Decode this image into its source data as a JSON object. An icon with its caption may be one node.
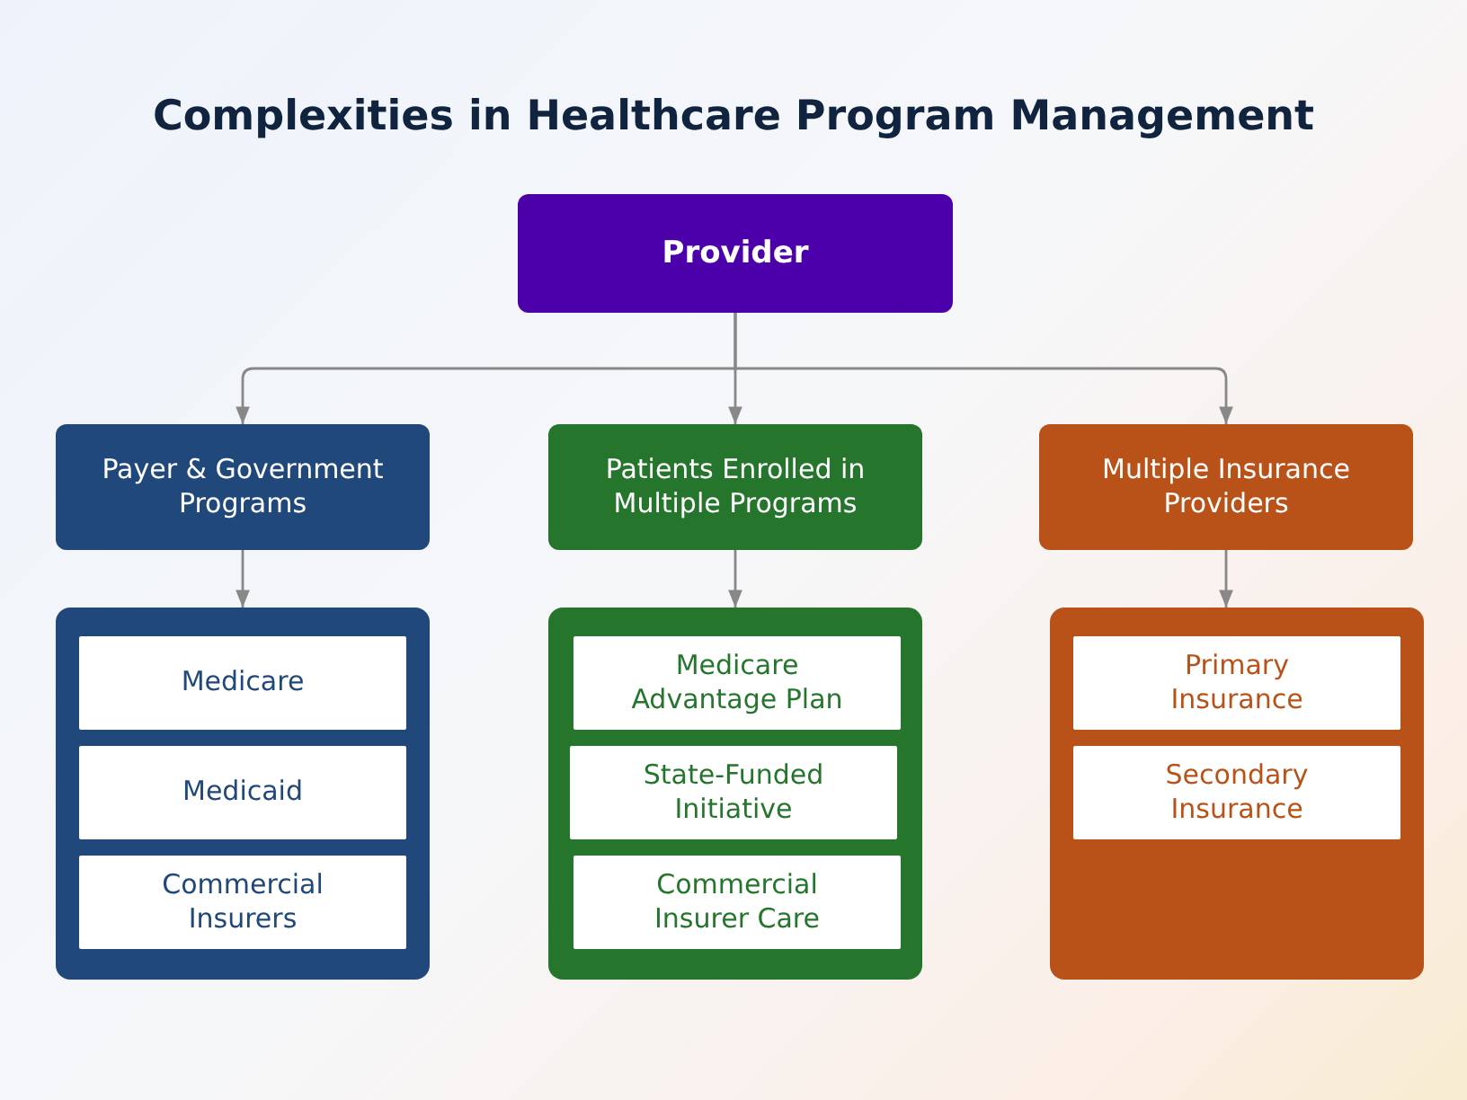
{
  "diagram": {
    "title": "Complexities in Healthcare Program Management",
    "nodes": [
      {
        "text": [
          "Provider"
        ]
      },
      {
        "text": [
          "Payer & Government Programs"
        ]
      },
      {
        "text": [
          "Patients Enrolled in Multiple Programs"
        ]
      },
      {
        "text": [
          "Multiple Insurance Providers"
        ]
      },
      {
        "text": [],
        "shape": "box"
      },
      {
        "text": [
          "Medicare"
        ],
        "in": 4
      },
      {
        "text": [
          "Medicaid"
        ],
        "in": 4
      },
      {
        "text": [
          "Commercial Insurers"
        ],
        "in": 4
      },
      {
        "text": [],
        "shape": "box"
      },
      {
        "text": [
          "Medicare Advantage Plan"
        ],
        "in": 8
      },
      {
        "text": [
          "State-Funded Initiative"
        ],
        "in": 8
      },
      {
        "text": [
          "Commercial Insurer Care"
        ],
        "in": 8
      },
      {
        "text": [],
        "shape": "box"
      },
      {
        "text": [
          "Primary Insurance"
        ],
        "in": 12
      },
      {
        "text": [
          "Secondary Insurance"
        ],
        "in": 12
      }
    ],
    "edges": [
      {
        "from": 0,
        "to": 1,
        "arrow": "to"
      },
      {
        "from": 0,
        "to": 2,
        "arrow": "to"
      },
      {
        "from": 0,
        "to": 3,
        "arrow": "to"
      },
      {
        "from": 1,
        "to": 4,
        "arrow": "to"
      },
      {
        "from": 2,
        "to": 8,
        "arrow": "to"
      },
      {
        "from": 3,
        "to": 12,
        "arrow": "to"
      }
    ]
  }
}
